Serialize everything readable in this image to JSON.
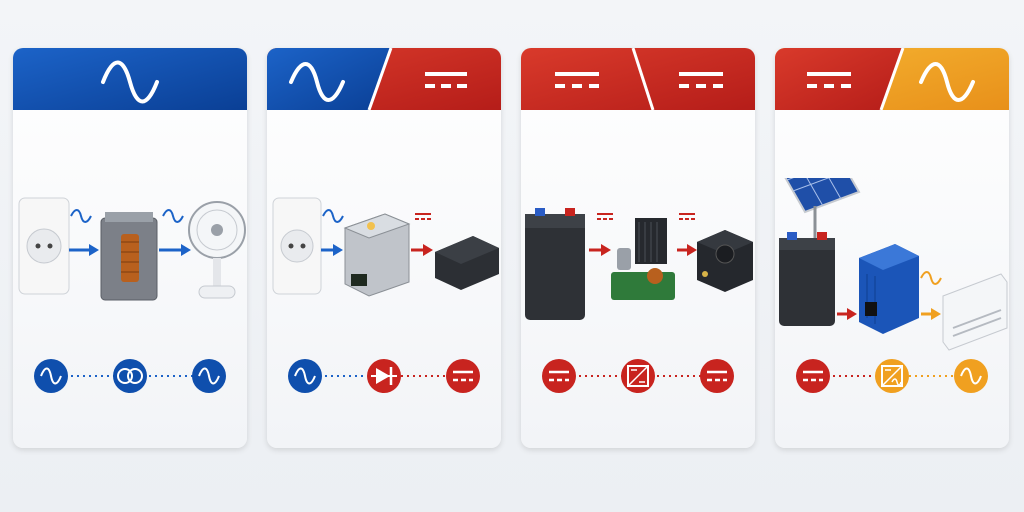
{
  "colors": {
    "ac_blue": "#0f4fad",
    "dc_red": "#c8241f",
    "inverter_orange": "#f0a020",
    "panel_bg": "#ffffff"
  },
  "panels": [
    {
      "id": "ac-to-ac",
      "header": [
        "ac"
      ],
      "devices": [
        "wall-outlet",
        "transformer",
        "desk-fan"
      ],
      "flow": [
        "ac",
        "transformer",
        "ac"
      ]
    },
    {
      "id": "ac-to-dc",
      "header": [
        "ac",
        "dc"
      ],
      "devices": [
        "wall-outlet",
        "power-supply",
        "router-box"
      ],
      "flow": [
        "ac",
        "rectifier",
        "dc"
      ]
    },
    {
      "id": "dc-to-dc",
      "header": [
        "dc",
        "dc"
      ],
      "devices": [
        "battery",
        "buck-converter",
        "circuit-board"
      ],
      "flow": [
        "dc",
        "dc-dc-converter",
        "dc"
      ]
    },
    {
      "id": "dc-to-ac",
      "header": [
        "dc",
        "ac"
      ],
      "devices": [
        "solar-panel",
        "battery",
        "inverter",
        "air-conditioner"
      ],
      "flow": [
        "dc",
        "inverter",
        "ac"
      ]
    }
  ]
}
